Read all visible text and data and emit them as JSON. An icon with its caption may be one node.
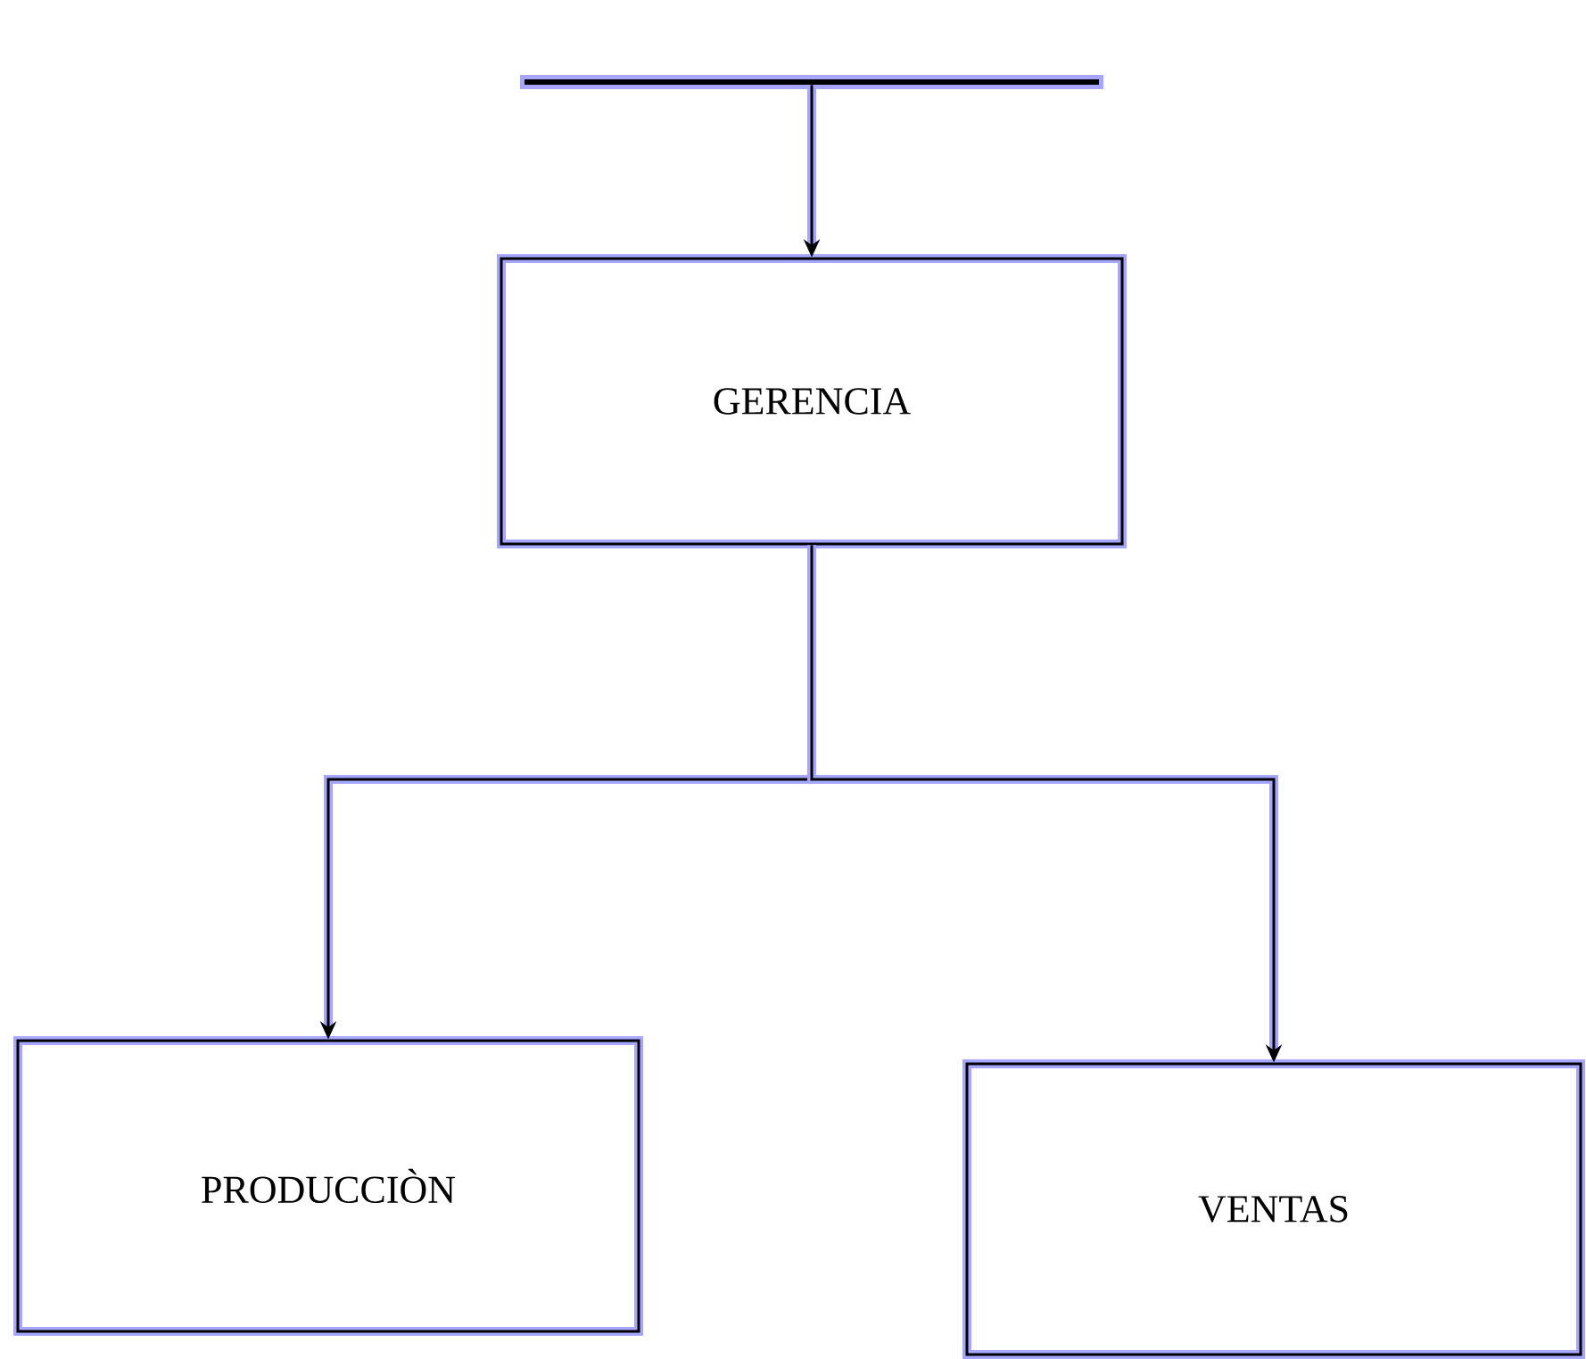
{
  "diagram": {
    "nodes": [
      {
        "text": [],
        "shape": "bar"
      },
      {
        "text": [
          "GERENCIA"
        ]
      },
      {
        "text": [
          "PRODUCCIÒN"
        ]
      },
      {
        "text": [
          "VENTAS"
        ]
      }
    ],
    "edges": [
      {
        "from": 0,
        "to": 1,
        "arrow": "to"
      },
      {
        "from": 1,
        "to": 2,
        "arrow": "to"
      },
      {
        "from": 1,
        "to": 3,
        "arrow": "to"
      }
    ]
  }
}
